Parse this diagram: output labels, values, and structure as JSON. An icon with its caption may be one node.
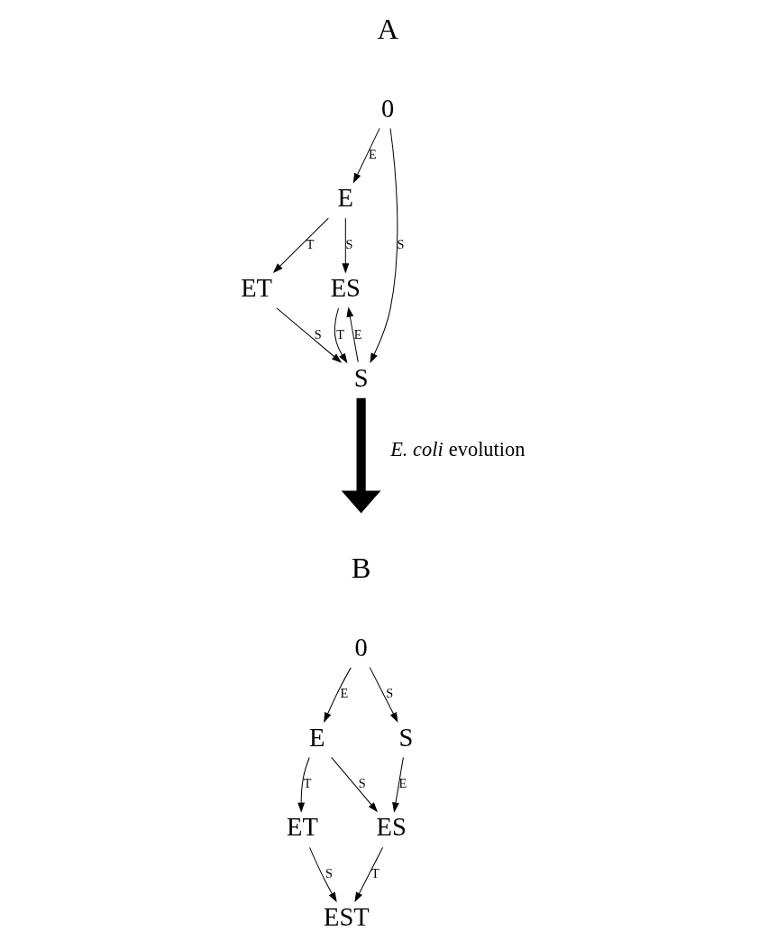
{
  "diagram": {
    "nodes": [
      {
        "text": [
          "E"
        ]
      },
      {
        "text": [
          "ET"
        ]
      },
      {
        "text": [
          "0"
        ]
      },
      {
        "text": [
          "ES"
        ]
      },
      {
        "text": [
          "S"
        ]
      },
      {
        "text": [
          "E"
        ]
      },
      {
        "text": [
          "ET"
        ]
      },
      {
        "text": [
          "0"
        ]
      },
      {
        "text": [
          "ES"
        ]
      },
      {
        "text": [
          "EST"
        ]
      },
      {
        "text": [
          "S"
        ]
      }
    ],
    "edges": [
      {
        "from": 2,
        "to": 0,
        "arrow": "to",
        "label": "E"
      },
      {
        "from": 0,
        "to": 1,
        "arrow": "to",
        "label": "T"
      },
      {
        "from": 0,
        "to": 3,
        "arrow": "to",
        "label": "S"
      },
      {
        "from": 2,
        "to": 4,
        "arrow": "to",
        "label": "S"
      },
      {
        "from": 4,
        "to": 3,
        "arrow": "to",
        "label": "E"
      },
      {
        "from": 3,
        "to": 4,
        "arrow": "to",
        "label": "T"
      },
      {
        "from": 1,
        "to": 4,
        "arrow": "to",
        "label": "S"
      },
      {
        "from": 4,
        "to": null,
        "arrow": "to",
        "style": "thick",
        "label": "*E. coli* evolution"
      },
      {
        "from": 7,
        "to": 5,
        "arrow": "to",
        "label": "E"
      },
      {
        "from": 5,
        "to": 6,
        "arrow": "to",
        "label": "T"
      },
      {
        "from": 5,
        "to": 8,
        "arrow": "to",
        "label": "S"
      },
      {
        "from": 6,
        "to": 9,
        "arrow": "to",
        "label": "S"
      },
      {
        "from": 8,
        "to": 9,
        "arrow": "to",
        "label": "T"
      },
      {
        "from": 7,
        "to": 10,
        "arrow": "to",
        "label": "S"
      },
      {
        "from": 10,
        "to": 8,
        "arrow": "to",
        "label": "E"
      }
    ],
    "labels": [
      "A",
      "B"
    ]
  }
}
